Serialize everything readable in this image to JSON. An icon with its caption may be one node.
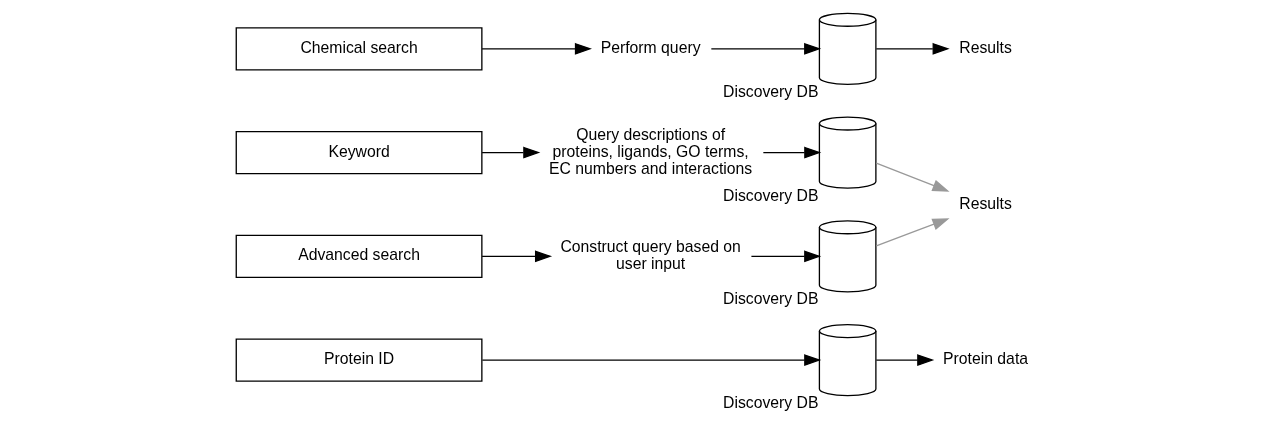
{
  "diagram": {
    "nodes": [
      {
        "text": [
          "Protein ID"
        ]
      },
      {
        "text": [],
        "shape": "cylinder",
        "beside": [
          "Discovery DB"
        ]
      },
      {
        "text": [
          "Protein data"
        ]
      },
      {
        "text": [
          "Keyword"
        ]
      },
      {
        "text": [
          "Query descriptions of proteins, ligands, GO terms, EC numbers and interactions"
        ]
      },
      {
        "text": [],
        "shape": "cylinder",
        "beside": [
          "Discovery DB"
        ]
      },
      {
        "text": [
          "Results"
        ]
      },
      {
        "text": [
          "Advanced search"
        ]
      },
      {
        "text": [
          "Construct query based on user input"
        ]
      },
      {
        "text": [],
        "shape": "cylinder",
        "beside": [
          "Discovery DB"
        ]
      },
      {
        "text": [
          "Chemical search"
        ]
      },
      {
        "text": [
          "Perform query"
        ]
      },
      {
        "text": [],
        "shape": "cylinder",
        "beside": [
          "Discovery DB"
        ]
      },
      {
        "text": [
          "Results"
        ]
      }
    ],
    "edges": [
      {
        "from": 0,
        "to": 1,
        "arrow": "to"
      },
      {
        "from": 1,
        "to": 2,
        "arrow": "to"
      },
      {
        "from": 3,
        "to": 4,
        "arrow": "to"
      },
      {
        "from": 4,
        "to": 5,
        "arrow": "to"
      },
      {
        "from": 5,
        "to": 6,
        "arrow": "to",
        "color": "#999999"
      },
      {
        "from": 7,
        "to": 8,
        "arrow": "to"
      },
      {
        "from": 8,
        "to": 9,
        "arrow": "to"
      },
      {
        "from": 9,
        "to": 6,
        "arrow": "to",
        "color": "#999999"
      },
      {
        "from": 10,
        "to": 11,
        "arrow": "to"
      },
      {
        "from": 11,
        "to": 12,
        "arrow": "to"
      },
      {
        "from": 12,
        "to": 13,
        "arrow": "to"
      }
    ]
  }
}
